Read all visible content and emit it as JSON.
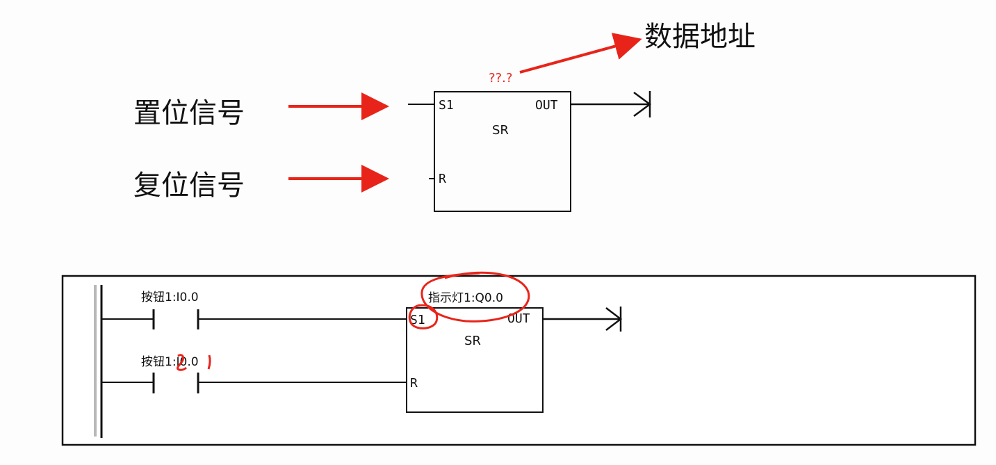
{
  "colors": {
    "annotation_red": "#e8241a",
    "line": "#111111",
    "rail_gray": "#b8b8b8"
  },
  "top_diagram": {
    "set_signal_label": "置位信号",
    "reset_signal_label": "复位信号",
    "data_address_label": "数据地址",
    "address_placeholder": "??.?",
    "block_name": "SR",
    "pin_s1": "S1",
    "pin_r": "R",
    "pin_out": "OUT"
  },
  "ladder_example": {
    "contact1_label": "按钮1:I0.0",
    "contact2_label": "按钮1:I0.0",
    "output_label": "指示灯1:Q0.0",
    "block_name": "SR",
    "pin_s1": "S1",
    "pin_r": "R",
    "pin_out": "OUT"
  }
}
